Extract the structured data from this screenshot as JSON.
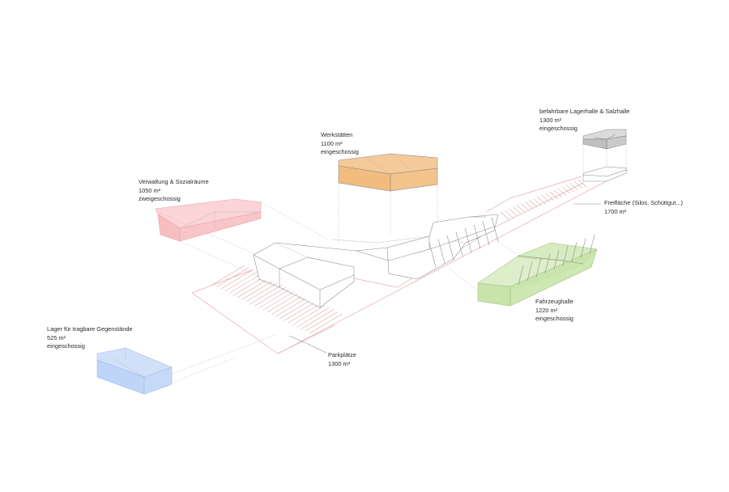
{
  "programs": {
    "workshops": {
      "name": "Werkstätten",
      "area": "1100 m²",
      "floors": "eingeschossig"
    },
    "storage": {
      "name": "befahrbare Lagerhalle & Salzhalle",
      "area": "1300 m²",
      "floors": "eingeschossig"
    },
    "admin": {
      "name": "Verwaltung & Sozialräume",
      "area": "1050 m²",
      "floors": "zweigeschossig"
    },
    "open_area": {
      "name": "Freifläche (Silos, Schüttgut...)",
      "area": "1700 m²"
    },
    "vehicles": {
      "name": "Fahrzeughalle",
      "area": "1220 m²",
      "floors": "eingeschossig"
    },
    "goods": {
      "name": "Lager für tragbare Gegenstände",
      "area": "525 m²",
      "floors": "eingeschossig"
    },
    "parking": {
      "name": "Parkplätze",
      "area": "1300 m²"
    }
  },
  "colors": {
    "workshops": "#f0b877",
    "storage": "#b8b8b8",
    "admin": "#f6b7bb",
    "vehicles": "#c6e3a6",
    "goods": "#bcd3f7",
    "site_outline": "#e7a9ad",
    "lines": "#8a8a8a"
  }
}
